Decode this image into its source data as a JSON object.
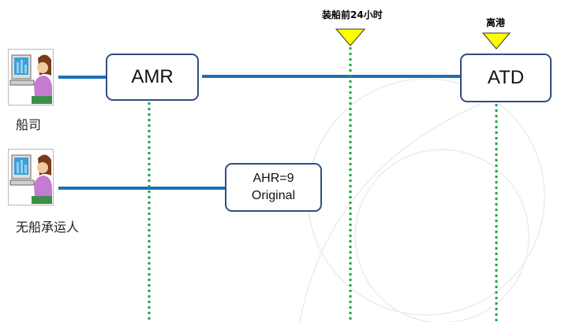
{
  "actors": [
    {
      "label": "船司",
      "icon": "computer-user-icon"
    },
    {
      "label": "无船承运人",
      "icon": "computer-user-icon"
    }
  ],
  "boxes": {
    "amr": "AMR",
    "atd": "ATD",
    "ahr_line1": "AHR=9",
    "ahr_line2": "Original"
  },
  "markers": {
    "before24h": "装船前24小时",
    "departure": "离港"
  },
  "colors": {
    "line_blue": "#1F6FB5",
    "dotted_green": "#1BA34A",
    "box_border": "#2F4F7F",
    "marker_yellow": "#FFFF00"
  }
}
